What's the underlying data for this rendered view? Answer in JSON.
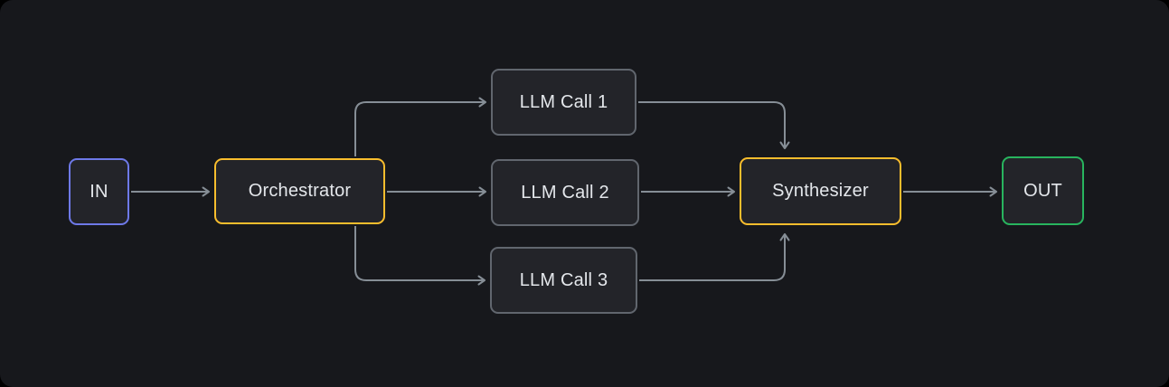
{
  "diagram": {
    "name": "orchestrator-workers-flow",
    "nodes": {
      "in": {
        "label": "IN",
        "accent": "indigo"
      },
      "orchestrator": {
        "label": "Orchestrator",
        "accent": "yellow"
      },
      "llm_call_1": {
        "label": "LLM Call 1",
        "accent": "gray"
      },
      "llm_call_2": {
        "label": "LLM Call 2",
        "accent": "gray"
      },
      "llm_call_3": {
        "label": "LLM Call 3",
        "accent": "gray"
      },
      "synthesizer": {
        "label": "Synthesizer",
        "accent": "yellow"
      },
      "out": {
        "label": "OUT",
        "accent": "green"
      }
    },
    "edges": [
      {
        "from": "in",
        "to": "orchestrator"
      },
      {
        "from": "orchestrator",
        "to": "llm_call_1"
      },
      {
        "from": "orchestrator",
        "to": "llm_call_2"
      },
      {
        "from": "orchestrator",
        "to": "llm_call_3"
      },
      {
        "from": "llm_call_1",
        "to": "synthesizer"
      },
      {
        "from": "llm_call_2",
        "to": "synthesizer"
      },
      {
        "from": "llm_call_3",
        "to": "synthesizer"
      },
      {
        "from": "synthesizer",
        "to": "out"
      }
    ],
    "colors": {
      "background": "#17181c",
      "node_fill": "#232429",
      "border_gray": "#61666e",
      "border_yellow": "#f9bd2d",
      "border_indigo": "#6e79e8",
      "border_green": "#28b45e",
      "arrow": "#868e96",
      "text": "#e4e7eb"
    }
  }
}
